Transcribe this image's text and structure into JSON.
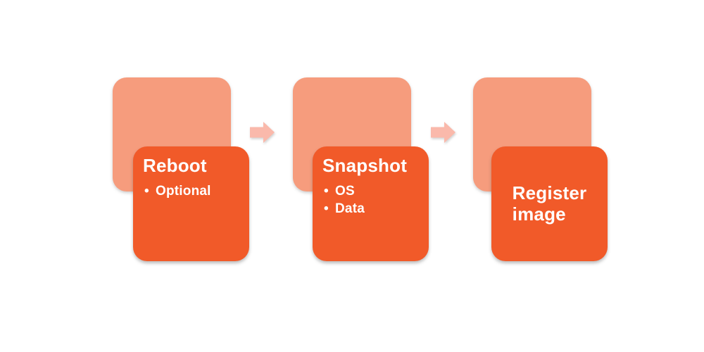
{
  "diagram": {
    "type": "process-flow",
    "direction": "left-to-right",
    "steps": [
      {
        "title": "Reboot",
        "bullets": [
          "Optional"
        ]
      },
      {
        "title": "Snapshot",
        "bullets": [
          "OS",
          "Data"
        ]
      },
      {
        "title": "Register image",
        "bullets": []
      }
    ],
    "connectors": [
      {
        "from": "Reboot",
        "to": "Snapshot",
        "icon": "right-block-arrow-icon"
      },
      {
        "from": "Snapshot",
        "to": "Register image",
        "icon": "right-block-arrow-icon"
      }
    ]
  },
  "colors": {
    "canvas-bg": "#FFFFFF",
    "back-card": "#F69C7D",
    "front-card": "#F15A29",
    "card-text": "#FFFFFF",
    "arrow": "#FAB9AB"
  }
}
